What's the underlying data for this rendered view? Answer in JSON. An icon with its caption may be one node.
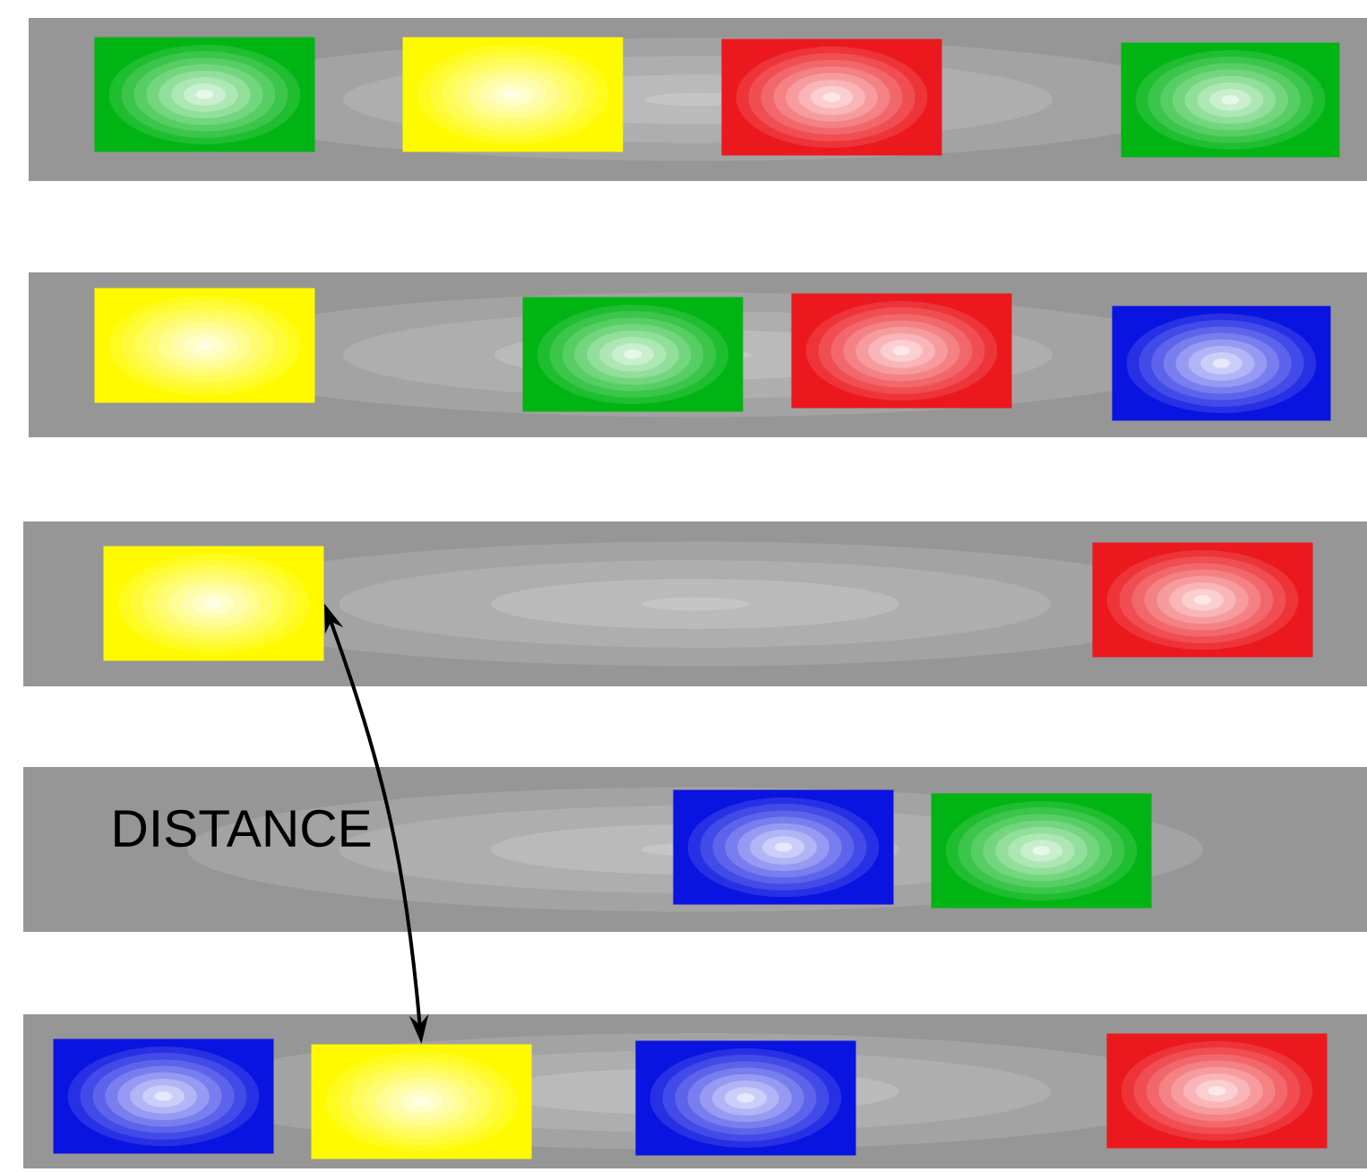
{
  "diagram": {
    "nodes": [
      {
        "text": [],
        "shape": "bar"
      },
      {
        "text": [],
        "shape": "box",
        "in": 0
      },
      {
        "text": [],
        "shape": "box",
        "in": 0
      },
      {
        "text": [],
        "shape": "box",
        "in": 0
      },
      {
        "text": [],
        "shape": "box",
        "in": 0
      },
      {
        "text": [],
        "shape": "bar"
      },
      {
        "text": [],
        "shape": "box",
        "in": 5
      },
      {
        "text": [],
        "shape": "box",
        "in": 5
      },
      {
        "text": [],
        "shape": "box",
        "in": 5
      },
      {
        "text": [],
        "shape": "box",
        "in": 5
      },
      {
        "text": [],
        "shape": "bar"
      },
      {
        "text": [],
        "shape": "box",
        "in": 10
      },
      {
        "text": [],
        "shape": "box",
        "in": 10
      },
      {
        "text": [],
        "shape": "bar"
      },
      {
        "text": [],
        "shape": "box",
        "in": 13
      },
      {
        "text": [],
        "shape": "box",
        "in": 13
      },
      {
        "text": [],
        "shape": "bar"
      },
      {
        "text": [],
        "shape": "box",
        "in": 16
      },
      {
        "text": [],
        "shape": "box",
        "in": 16
      },
      {
        "text": [],
        "shape": "box",
        "in": 16
      },
      {
        "text": [],
        "shape": "box",
        "in": 16
      }
    ],
    "edges": [
      {
        "from": 11,
        "to": 18,
        "arrow": "both",
        "label": "DISTANCE"
      }
    ]
  }
}
